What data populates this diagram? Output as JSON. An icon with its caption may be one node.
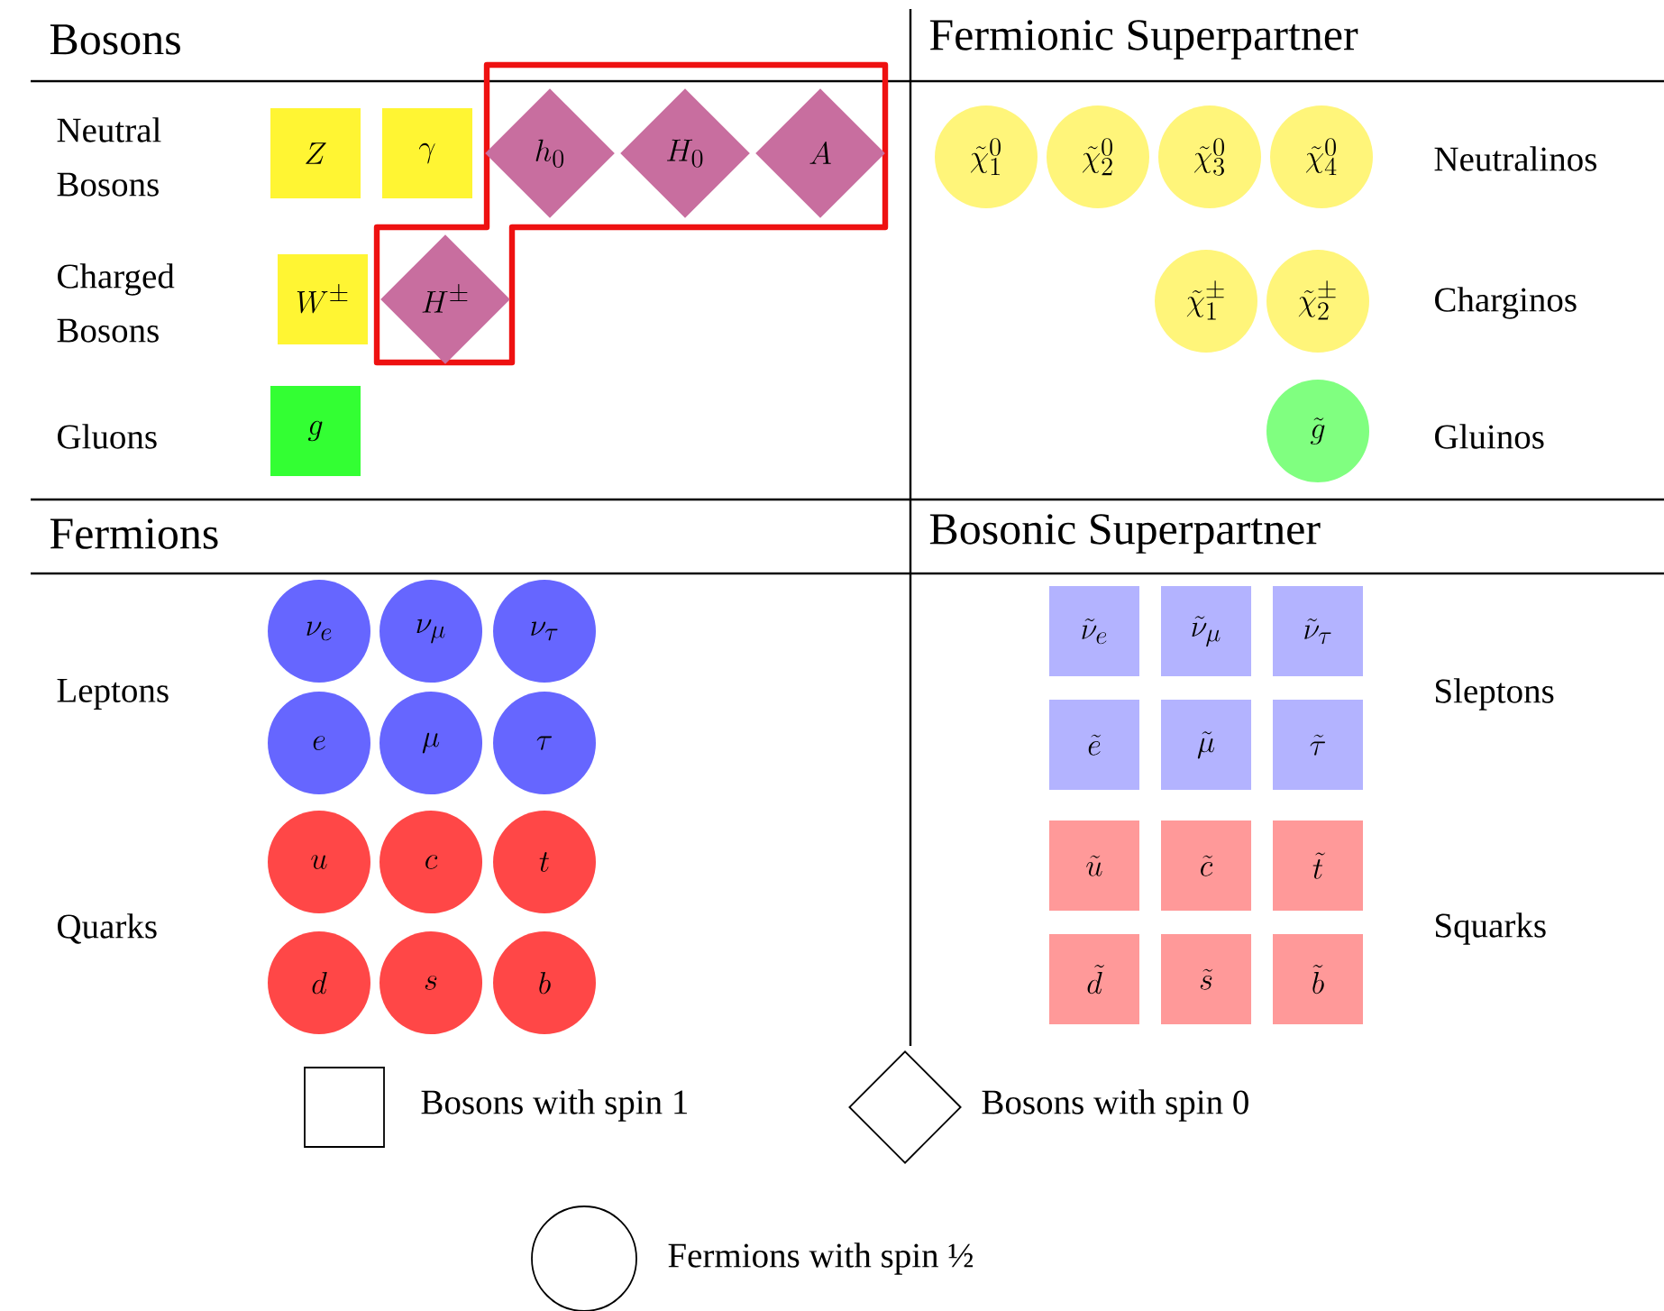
{
  "diagram": {
    "nodes": [
      {
        "text": [
          "Z"
        ]
      },
      {
        "text": [
          "\\gamma"
        ]
      },
      {
        "text": [
          "h_0"
        ]
      },
      {
        "text": [
          "H_0"
        ]
      },
      {
        "text": [
          "A"
        ]
      },
      {
        "text": [
          "W^\\pm"
        ]
      },
      {
        "text": [
          "H^\\pm"
        ]
      },
      {
        "text": [
          "g"
        ]
      },
      {
        "text": [
          "\\tilde{\\chi}_1^0"
        ]
      },
      {
        "text": [
          "\\tilde{\\chi}_2^0"
        ]
      },
      {
        "text": [
          "\\tilde{\\chi}_3^0"
        ]
      },
      {
        "text": [
          "\\tilde{\\chi}_4^0"
        ]
      },
      {
        "text": [
          "\\tilde{\\chi}_1^\\pm"
        ]
      },
      {
        "text": [
          "\\tilde{\\chi}_2^\\pm"
        ]
      },
      {
        "text": [
          "\\tilde{g}"
        ]
      },
      {
        "text": [
          "\\nu_e"
        ]
      },
      {
        "text": [
          "\\nu_\\mu"
        ]
      },
      {
        "text": [
          "\\nu_\\tau"
        ]
      },
      {
        "text": [
          "e"
        ]
      },
      {
        "text": [
          "\\mu"
        ]
      },
      {
        "text": [
          "\\tau"
        ]
      },
      {
        "text": [
          "u"
        ]
      },
      {
        "text": [
          "c"
        ]
      },
      {
        "text": [
          "t"
        ]
      },
      {
        "text": [
          "d"
        ]
      },
      {
        "text": [
          "s"
        ]
      },
      {
        "text": [
          "b"
        ]
      },
      {
        "text": [
          "\\tilde{\\nu}_e"
        ]
      },
      {
        "text": [
          "\\tilde{\\nu}_\\mu"
        ]
      },
      {
        "text": [
          "\\tilde{\\nu}_\\tau"
        ]
      },
      {
        "text": [
          "\\tilde{e}"
        ]
      },
      {
        "text": [
          "\\tilde{\\mu}"
        ]
      },
      {
        "text": [
          "\\tilde{\\tau}"
        ]
      },
      {
        "text": [
          "\\tilde{u}"
        ]
      },
      {
        "text": [
          "\\tilde{c}"
        ]
      },
      {
        "text": [
          "\\tilde{t}"
        ]
      },
      {
        "text": [
          "\\tilde{d}"
        ]
      },
      {
        "text": [
          "\\tilde{s}"
        ]
      },
      {
        "text": [
          "\\tilde{b}"
        ]
      }
    ],
    "labels": [
      "Bosons",
      "Fermionic Superpartner",
      "Neutral Bosons",
      "Neutralinos",
      "Charged Bosons",
      "Charginos",
      "Gluons",
      "Gluinos",
      "Fermions",
      "Bosonic Superpartner",
      "Leptons",
      "Sleptons",
      "Quarks",
      "Squarks"
    ],
    "legend": [
      {
        "text": "Bosons with spin 1"
      },
      {
        "text": "Bosons with spin 0"
      },
      {
        "text": "Fermions with spin ½"
      }
    ]
  }
}
